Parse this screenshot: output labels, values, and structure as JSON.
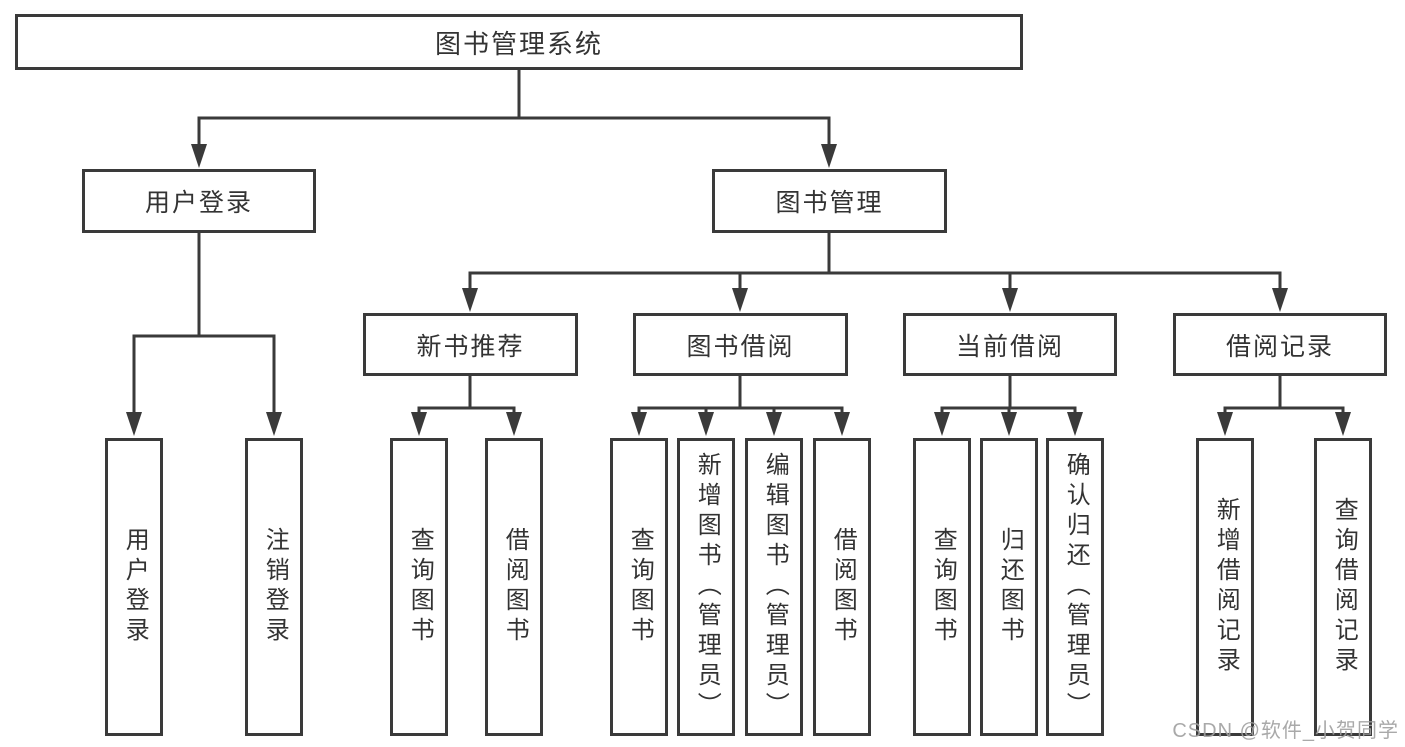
{
  "diagram": {
    "root": {
      "label": "图书管理系统"
    },
    "level2": [
      {
        "label": "用户登录"
      },
      {
        "label": "图书管理"
      }
    ],
    "level3": [
      {
        "label": "新书推荐",
        "parent": "图书管理"
      },
      {
        "label": "图书借阅",
        "parent": "图书管理"
      },
      {
        "label": "当前借阅",
        "parent": "图书管理"
      },
      {
        "label": "借阅记录",
        "parent": "图书管理"
      }
    ],
    "leaves": [
      {
        "label": "用户登录",
        "parent": "用户登录"
      },
      {
        "label": "注销登录",
        "parent": "用户登录"
      },
      {
        "label": "查询图书",
        "parent": "新书推荐"
      },
      {
        "label": "借阅图书",
        "parent": "新书推荐"
      },
      {
        "label": "查询图书",
        "parent": "图书借阅"
      },
      {
        "label": "新增图书（管理员）",
        "parent": "图书借阅"
      },
      {
        "label": "编辑图书（管理员）",
        "parent": "图书借阅"
      },
      {
        "label": "借阅图书",
        "parent": "图书借阅"
      },
      {
        "label": "查询图书",
        "parent": "当前借阅"
      },
      {
        "label": "归还图书",
        "parent": "当前借阅"
      },
      {
        "label": "确认归还（管理员）",
        "parent": "当前借阅"
      },
      {
        "label": "新增借阅记录",
        "parent": "借阅记录"
      },
      {
        "label": "查询借阅记录",
        "parent": "借阅记录"
      }
    ]
  },
  "watermark": {
    "text": "CSDN @软件_小贺同学",
    "color": "#a0a0a0"
  },
  "colors": {
    "line": "#3a3a3a",
    "text": "#333333",
    "background": "#ffffff"
  }
}
